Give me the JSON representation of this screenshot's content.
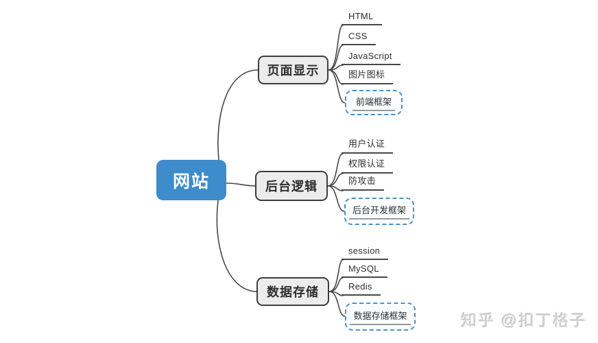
{
  "root": {
    "label": "网站"
  },
  "branches": [
    {
      "label": "页面显示",
      "children": [
        {
          "label": "HTML",
          "style": "line"
        },
        {
          "label": "CSS",
          "style": "line"
        },
        {
          "label": "JavaScript",
          "style": "line"
        },
        {
          "label": "图片图标",
          "style": "line"
        },
        {
          "label": "前端框架",
          "style": "dashed-box"
        }
      ]
    },
    {
      "label": "后台逻辑",
      "children": [
        {
          "label": "用户认证",
          "style": "line"
        },
        {
          "label": "权限认证",
          "style": "line"
        },
        {
          "label": "防攻击",
          "style": "line"
        },
        {
          "label": "后台开发框架",
          "style": "dashed-box"
        }
      ]
    },
    {
      "label": "数据存储",
      "children": [
        {
          "label": "session",
          "style": "line"
        },
        {
          "label": "MySQL",
          "style": "line"
        },
        {
          "label": "Redis",
          "style": "line"
        },
        {
          "label": "数据存储框架",
          "style": "dashed-box"
        }
      ]
    }
  ],
  "watermark": "知乎 @扣丁格子",
  "colors": {
    "root_node": "#3e8ccb",
    "branch_fill": "#ececec",
    "branch_border": "#3c3c3c",
    "connector_line": "#474747",
    "framework_dash_border": "#4a90c9",
    "framework_fill": "#fafcfe",
    "watermark_text": "#d2d2d2"
  }
}
